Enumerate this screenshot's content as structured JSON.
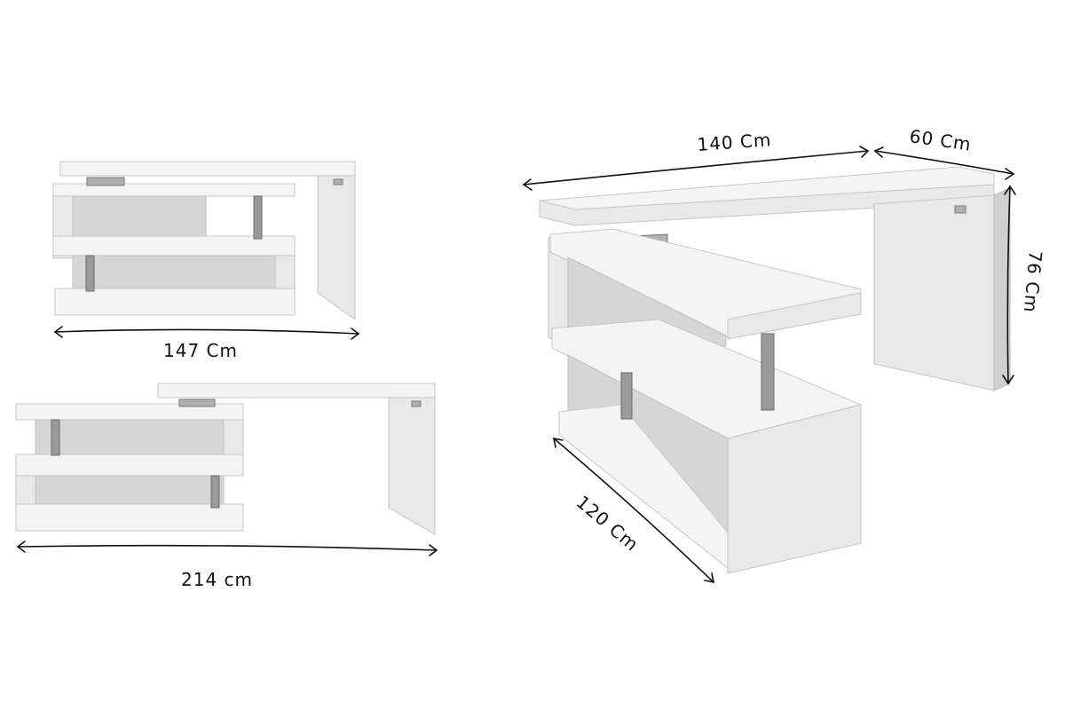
{
  "figure": {
    "dims": {
      "compact_width": "147 Cm",
      "extended_width": "214 cm",
      "desk_length": "140 Cm",
      "desk_depth": "60 Cm",
      "desk_height": "76 Cm",
      "shelf_length": "120 Cm"
    }
  }
}
